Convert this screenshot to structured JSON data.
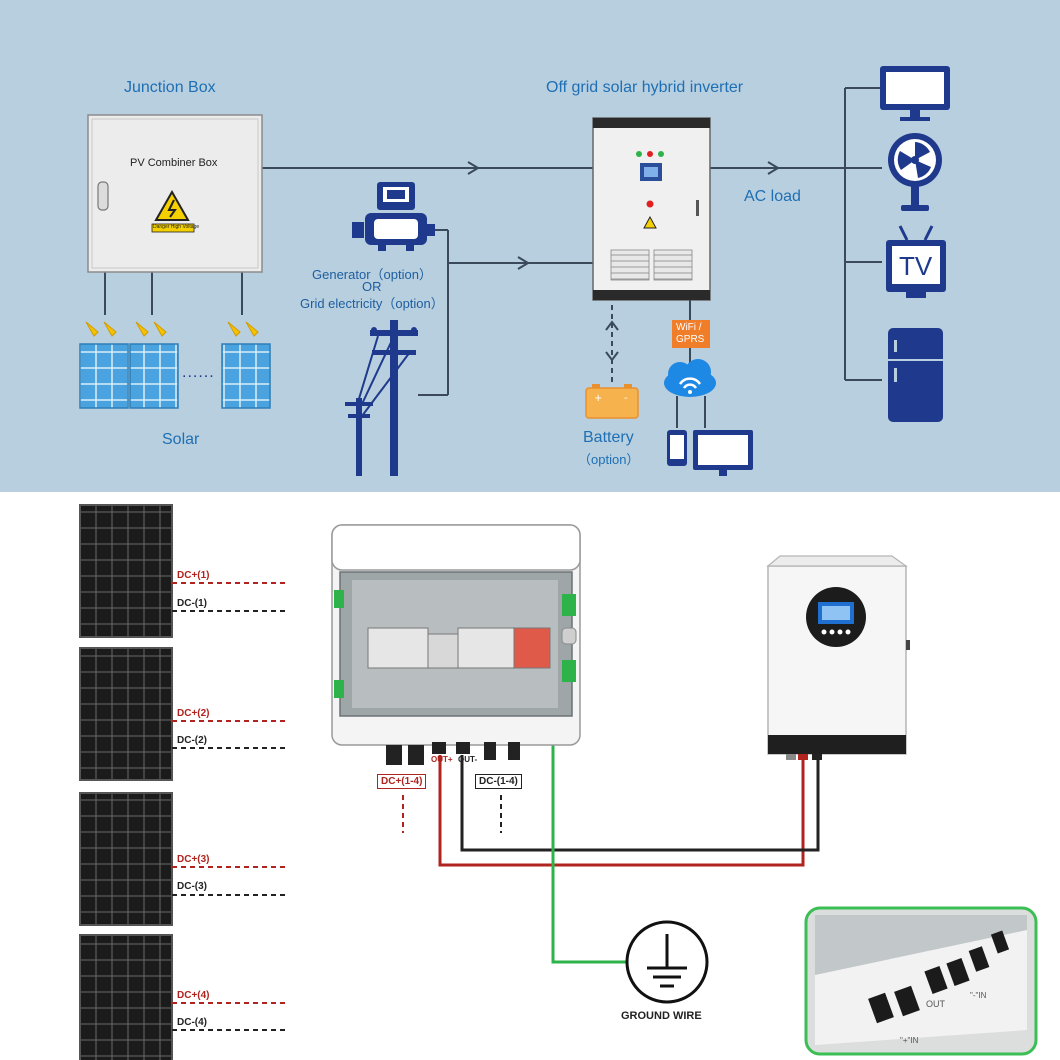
{
  "top": {
    "junction_box_title": "Junction Box",
    "combiner_label": "PV Combiner Box",
    "warning_text": "Danger High Voltage",
    "solar_label": "Solar",
    "panel_dots": "......",
    "generator_label": "Generator（option）",
    "or_label": "OR",
    "grid_label": "Grid electricity（option）",
    "inverter_title": "Off grid solar hybrid inverter",
    "ac_load_label": "AC load",
    "battery_label": "Battery",
    "battery_option": "（option）",
    "wifi_line1": "WiFi /",
    "wifi_line2": "GPRS",
    "tv_text": "TV"
  },
  "bottom": {
    "panel_labels": [
      {
        "plus": "DC+(1)",
        "minus": "DC-(1)"
      },
      {
        "plus": "DC+(2)",
        "minus": "DC-(2)"
      },
      {
        "plus": "DC+(3)",
        "minus": "DC-(3)"
      },
      {
        "plus": "DC+(4)",
        "minus": "DC-(4)"
      }
    ],
    "out_plus": "OUT+",
    "out_minus": "OUT-",
    "dc_plus_bus": "DC+(1-4)",
    "dc_minus_bus": "DC-(1-4)",
    "ground_label": "GROUND WIRE",
    "inset_out": "OUT",
    "inset_minus_in": "\"-\"IN",
    "inset_plus_in": "\"+\"IN"
  },
  "colors": {
    "background_top": "#b8cfdf",
    "text_blue": "#1e6fb4",
    "device_navy": "#1f3a8c",
    "solar_blue": "#4aa3df",
    "wire_red": "#b0231e",
    "wire_green": "#2db34a",
    "wire_black": "#222222",
    "accent_orange": "#ef7d2a"
  }
}
